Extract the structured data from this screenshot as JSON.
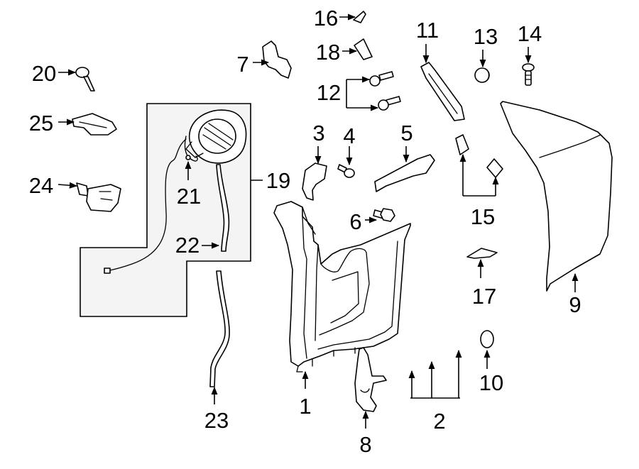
{
  "callouts": {
    "c1": "1",
    "c2": "2",
    "c3": "3",
    "c4": "4",
    "c5": "5",
    "c6": "6",
    "c7": "7",
    "c8": "8",
    "c9": "9",
    "c10": "10",
    "c11": "11",
    "c12": "12",
    "c13": "13",
    "c14": "14",
    "c15": "15",
    "c16": "16",
    "c17": "17",
    "c18": "18",
    "c19": "19",
    "c20": "20",
    "c21": "21",
    "c22": "22",
    "c23": "23",
    "c24": "24",
    "c25": "25"
  }
}
